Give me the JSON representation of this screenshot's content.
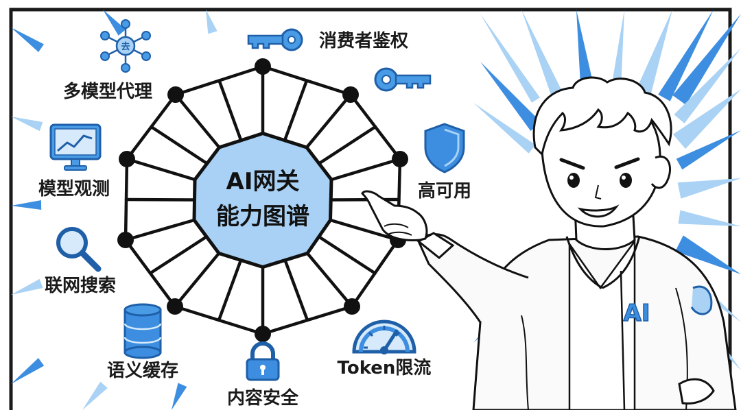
{
  "center": {
    "line1": "AI网关",
    "line2": "能力图谱"
  },
  "capabilities": {
    "multi_model_proxy": {
      "label": "多模型代理",
      "icon": "network-hub-icon"
    },
    "consumer_auth": {
      "label": "消费者鉴权",
      "icon": "key-icon"
    },
    "model_observability": {
      "label": "模型观测",
      "icon": "monitor-chart-icon"
    },
    "high_availability": {
      "label": "高可用",
      "icon": "shield-icon"
    },
    "web_search": {
      "label": "联网搜索",
      "icon": "magnifier-icon"
    },
    "semantic_cache": {
      "label": "语义缓存",
      "icon": "database-icon"
    },
    "content_security": {
      "label": "内容安全",
      "icon": "padlock-icon"
    },
    "token_rate_limit": {
      "label": "Token限流",
      "icon": "speedometer-icon"
    }
  },
  "node_badge": "去",
  "character": {
    "jacket_badge": "AI"
  },
  "colors": {
    "accent_blue": "#3d8ee0",
    "light_blue": "#a9d2f4",
    "center_fill": "#a8d1f5",
    "ink": "#111111"
  }
}
